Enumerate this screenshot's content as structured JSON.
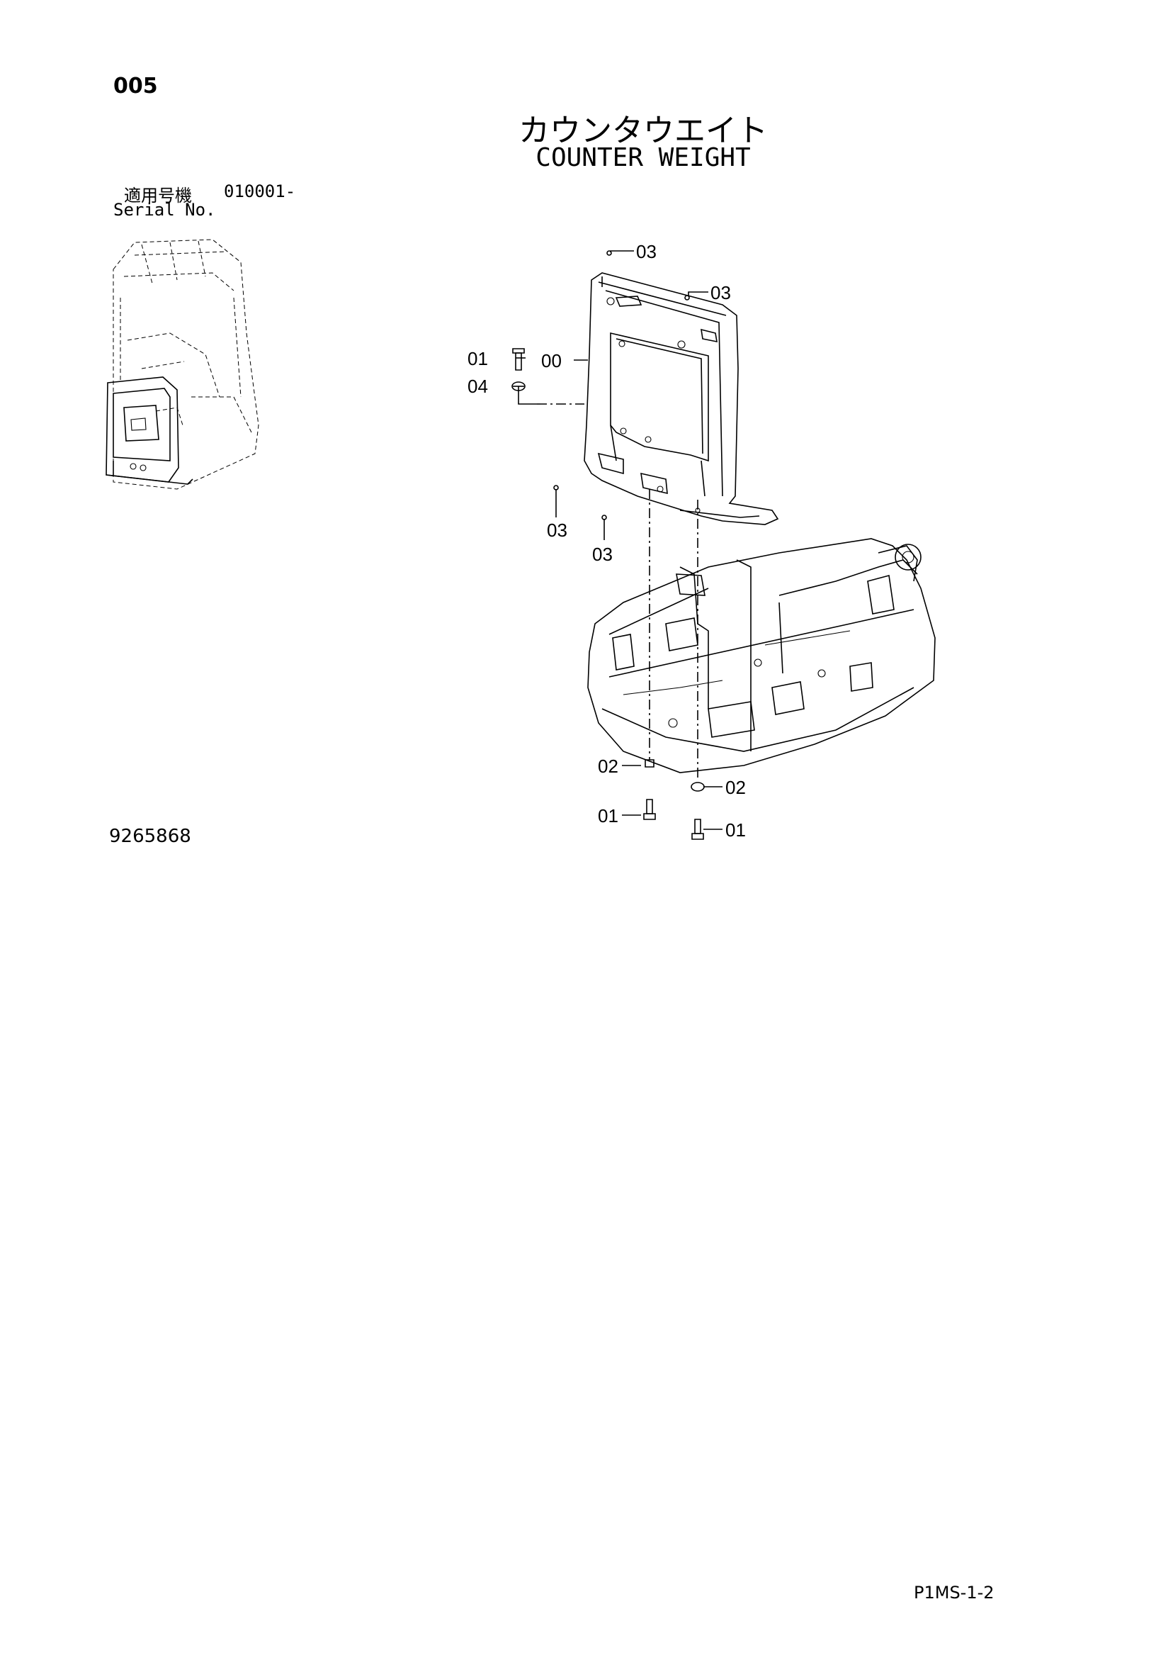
{
  "header": {
    "page_no": "005",
    "title_jp": "カウンタウエイト",
    "title_en": "COUNTER WEIGHT"
  },
  "serial": {
    "label_jp": "適用号機",
    "value": "010001-",
    "label_en": "Serial No."
  },
  "callouts": {
    "c00": "00",
    "c01_top": "01",
    "c04": "04",
    "c03_a": "03",
    "c03_b": "03",
    "c03_c": "03",
    "c03_d": "03",
    "c02_left": "02",
    "c02_right": "02",
    "c01_left": "01",
    "c01_right": "01"
  },
  "figure_number": "9265868",
  "footer": {
    "code": "P1MS-1-2"
  }
}
